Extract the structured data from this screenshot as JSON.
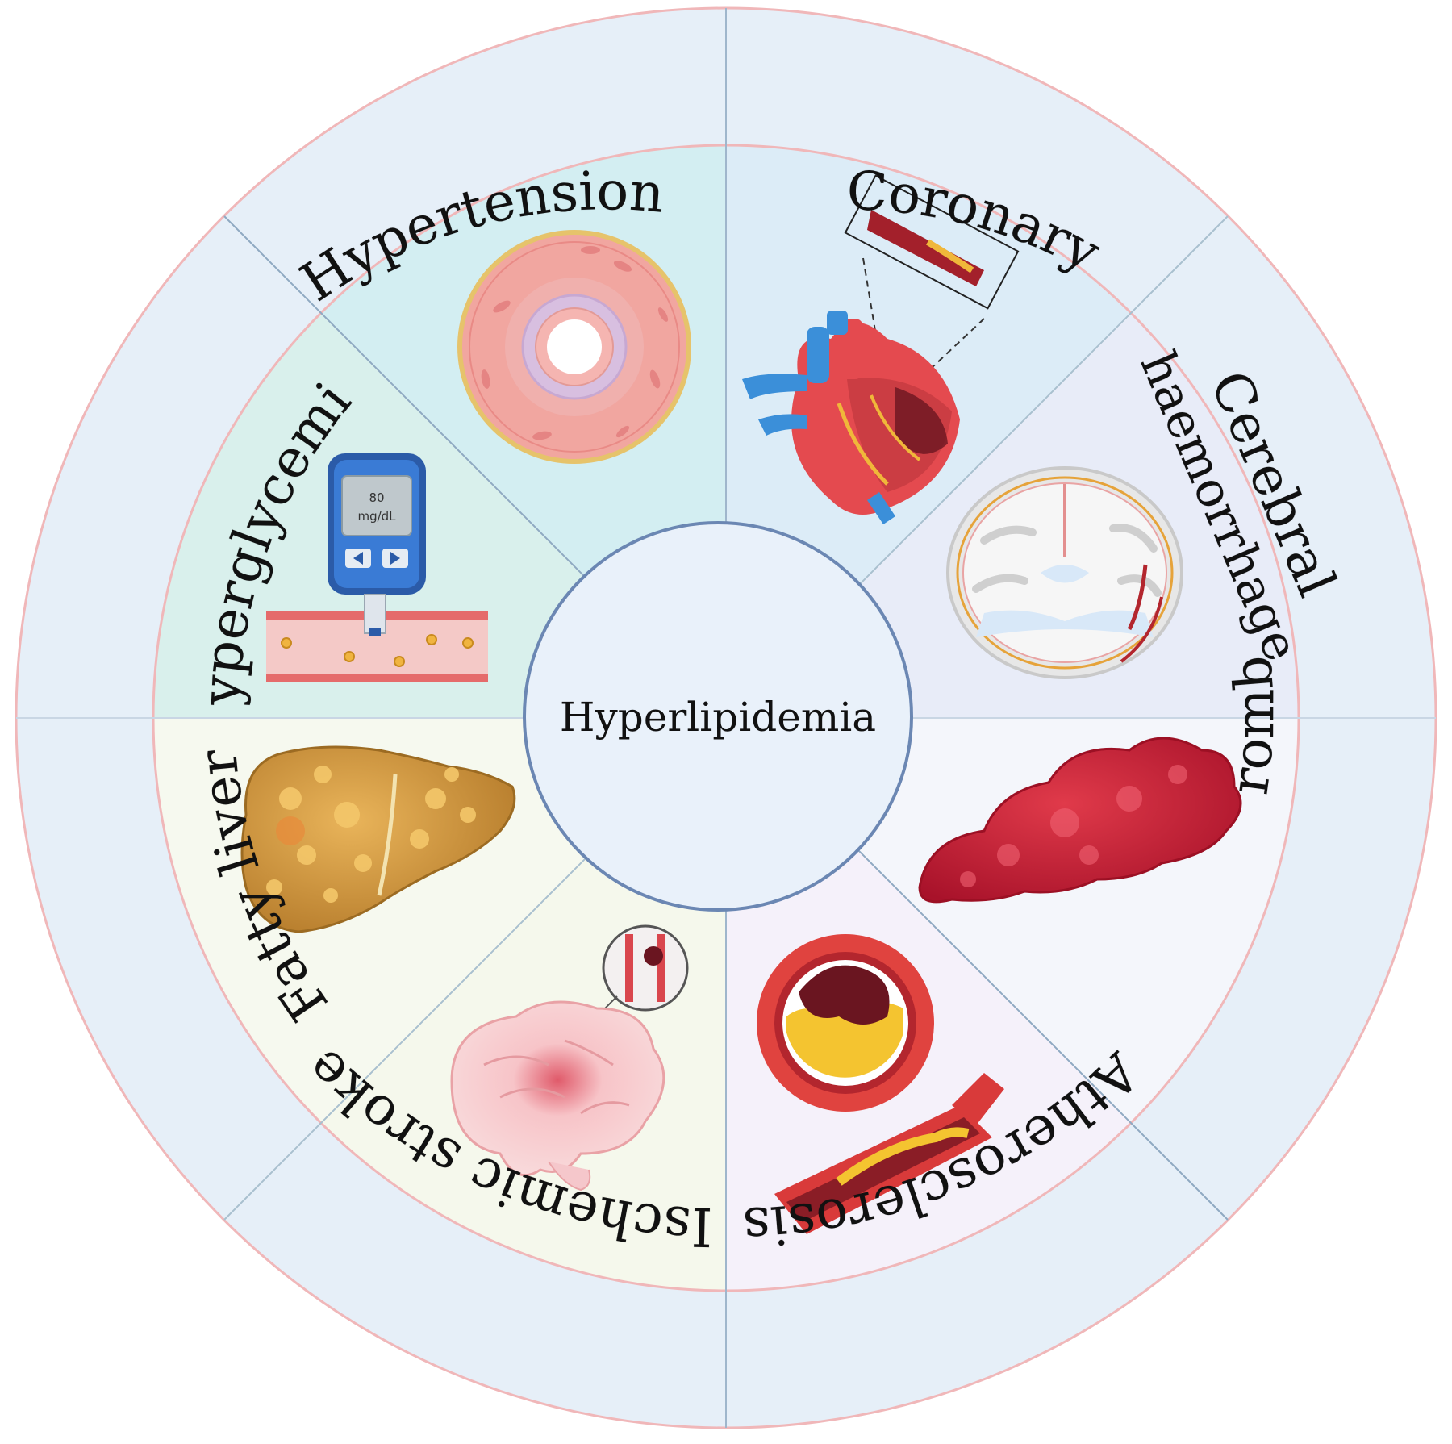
{
  "center_label": "Hyperlipidemia",
  "meter_reading": "80",
  "meter_unit": "mg/dL",
  "colors": {
    "outer_ring": "#e6eff8",
    "ring_border": "#f0b7b9",
    "center_fill": "#e9f1fa",
    "center_stroke": "#6b87b3"
  },
  "segments": [
    {
      "id": "hypertension",
      "label": "Hypertension",
      "icon": "artery-cross-section-icon",
      "fill": "#d3eef2"
    },
    {
      "id": "coronary",
      "label": "Coronary",
      "icon": "heart-icon",
      "fill": "#dcecf7"
    },
    {
      "id": "cerebral-haemorrhage",
      "label_lines": [
        "Cerebral",
        "haemorrhage"
      ],
      "icon": "brain-section-icon",
      "fill": "#e8ecf8"
    },
    {
      "id": "thrombus",
      "label": "Thrombus",
      "icon": "blood-clot-icon",
      "fill": "#f4f6fb"
    },
    {
      "id": "atherosclerosis",
      "label": "Atherosclerosis",
      "icon": "plaque-artery-icon",
      "fill": "#f5f1fa"
    },
    {
      "id": "ischemic-stroke",
      "label": "Ischemic stroke",
      "icon": "brain-icon",
      "fill": "#f5f8ec"
    },
    {
      "id": "fatty-liver",
      "label": "Fatty liver",
      "icon": "liver-icon",
      "fill": "#f6f9ef"
    },
    {
      "id": "hyperglycemia",
      "label": "Hyperglycemia",
      "icon": "glucose-meter-icon",
      "fill": "#d9f0ec"
    }
  ]
}
